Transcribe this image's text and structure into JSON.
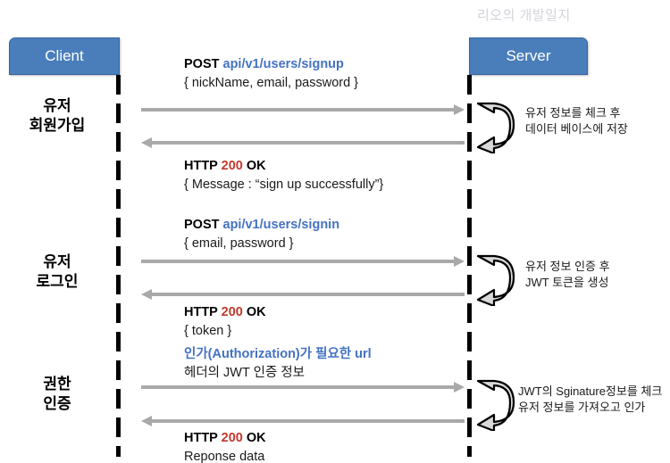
{
  "watermark": "리오의 개발일지",
  "actors": {
    "client": "Client",
    "server": "Server"
  },
  "colors": {
    "actor_box": "#4A7EBB",
    "actor_border": "#35659F",
    "arrow": "#A9A9A9",
    "lifeline": "#000000",
    "endpoint_blue": "#4472C4",
    "status_red": "#C0392B",
    "watermark": "#D3D3DC"
  },
  "phases": [
    {
      "label_line1": "유저",
      "label_line2": "회원가입"
    },
    {
      "label_line1": "유저",
      "label_line2": "로그인"
    },
    {
      "label_line1": "권한",
      "label_line2": "인증"
    }
  ],
  "messages": [
    {
      "direction": "request",
      "method": "POST",
      "endpoint": "api/v1/users/signup",
      "body": "{ nickName, email, password }"
    },
    {
      "direction": "response",
      "protocol": "HTTP",
      "status": "200",
      "status_text": "OK",
      "body": "{ Message : “sign up successfully”}"
    },
    {
      "direction": "request",
      "method": "POST",
      "endpoint": "api/v1/users/signin",
      "body": "{ email, password }"
    },
    {
      "direction": "response",
      "protocol": "HTTP",
      "status": "200",
      "status_text": "OK",
      "body": "{ token }"
    },
    {
      "direction": "request",
      "title": "인가(Authorization)가 필요한 url",
      "body": "헤더의 JWT 인증 정보"
    },
    {
      "direction": "response",
      "protocol": "HTTP",
      "status": "200",
      "status_text": "OK",
      "body": "Reponse data"
    }
  ],
  "server_notes": [
    {
      "line1": "유저 정보를 체크 후",
      "line2": "데이터 베이스에 저장"
    },
    {
      "line1": "유저 정보 인증 후",
      "line2": "JWT 토큰을 생성"
    },
    {
      "line1": "JWT의 Sginature정보를 체크",
      "line2": "유저 정보를 가져오고 인가"
    }
  ]
}
